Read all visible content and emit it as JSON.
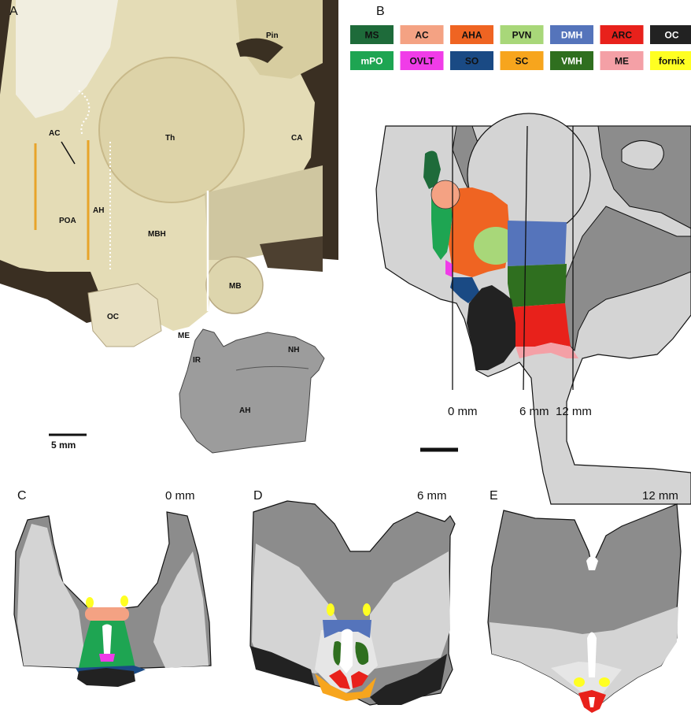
{
  "panels": {
    "a": "A",
    "b": "B",
    "c": "C",
    "d": "D",
    "e": "E"
  },
  "photo_labels": {
    "pin": "Pin",
    "ca": "CA",
    "th": "Th",
    "ac": "AC",
    "poa": "POA",
    "ah": "AH",
    "mbh": "MBH",
    "mb": "MB",
    "oc": "OC",
    "me": "ME",
    "ir": "IR",
    "nh": "NH",
    "ah_pituitary": "AH"
  },
  "scale_bar": {
    "label": "5 mm"
  },
  "legend": [
    {
      "label": "MS",
      "color": "#1e6b3a",
      "text_color": "#111111"
    },
    {
      "label": "AC",
      "color": "#f4a283",
      "text_color": "#111111"
    },
    {
      "label": "AHA",
      "color": "#ef6422",
      "text_color": "#111111"
    },
    {
      "label": "PVN",
      "color": "#a8d779",
      "text_color": "#111111"
    },
    {
      "label": "DMH",
      "color": "#5574bb",
      "text_color": "#ffffff"
    },
    {
      "label": "ARC",
      "color": "#e8211b",
      "text_color": "#111111"
    },
    {
      "label": "OC",
      "color": "#222222",
      "text_color": "#ffffff"
    },
    {
      "label": "mPO",
      "color": "#1ea552",
      "text_color": "#ffffff"
    },
    {
      "label": "OVLT",
      "color": "#f03ce8",
      "text_color": "#111111"
    },
    {
      "label": "SO",
      "color": "#1a4a84",
      "text_color": "#111111"
    },
    {
      "label": "SC",
      "color": "#f7a51d",
      "text_color": "#111111"
    },
    {
      "label": "VMH",
      "color": "#2f6f1f",
      "text_color": "#ffffff"
    },
    {
      "label": "ME",
      "color": "#f4a0a6",
      "text_color": "#111111"
    },
    {
      "label": "fornix",
      "color": "#ffff22",
      "text_color": "#111111"
    }
  ],
  "section_labels": {
    "b_line_0": "0 mm",
    "b_line_6": "6 mm",
    "b_line_12": "12 mm",
    "c": "0 mm",
    "d": "6 mm",
    "e": "12 mm"
  }
}
